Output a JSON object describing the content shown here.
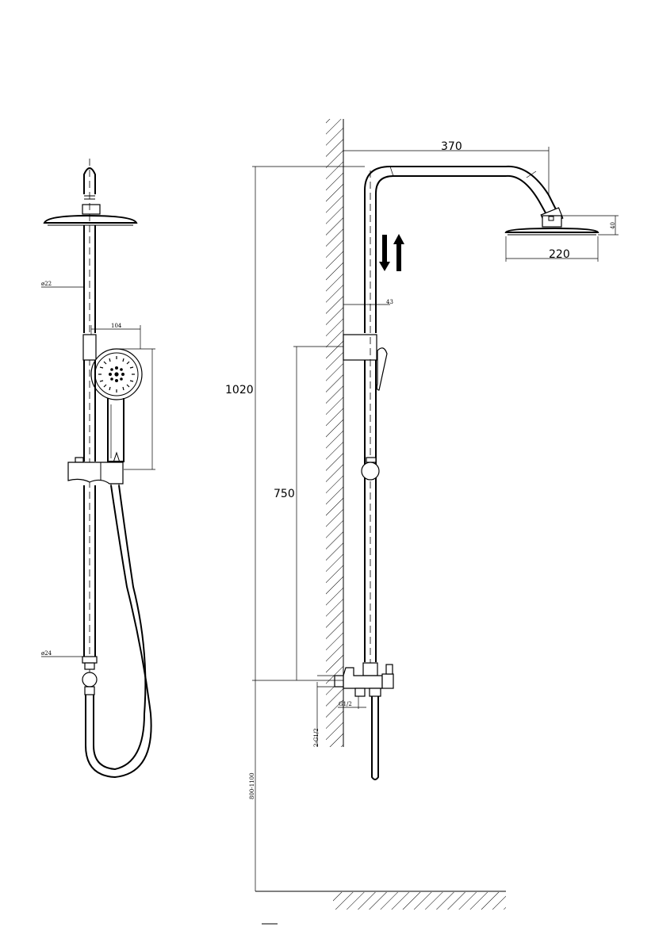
{
  "dimensions": {
    "arm_length": "370",
    "head_diameter": "220",
    "head_thickness": "40",
    "total_height": "1020",
    "slide_height": "750",
    "wall_offset": "43",
    "pipe_diameter_upper": "ø22",
    "pipe_diameter_lower": "ø24",
    "hand_shower_width": "104",
    "inlet_thread": "G1/2",
    "inlet_spec": "2-G1/2",
    "install_height": "800-1100"
  }
}
